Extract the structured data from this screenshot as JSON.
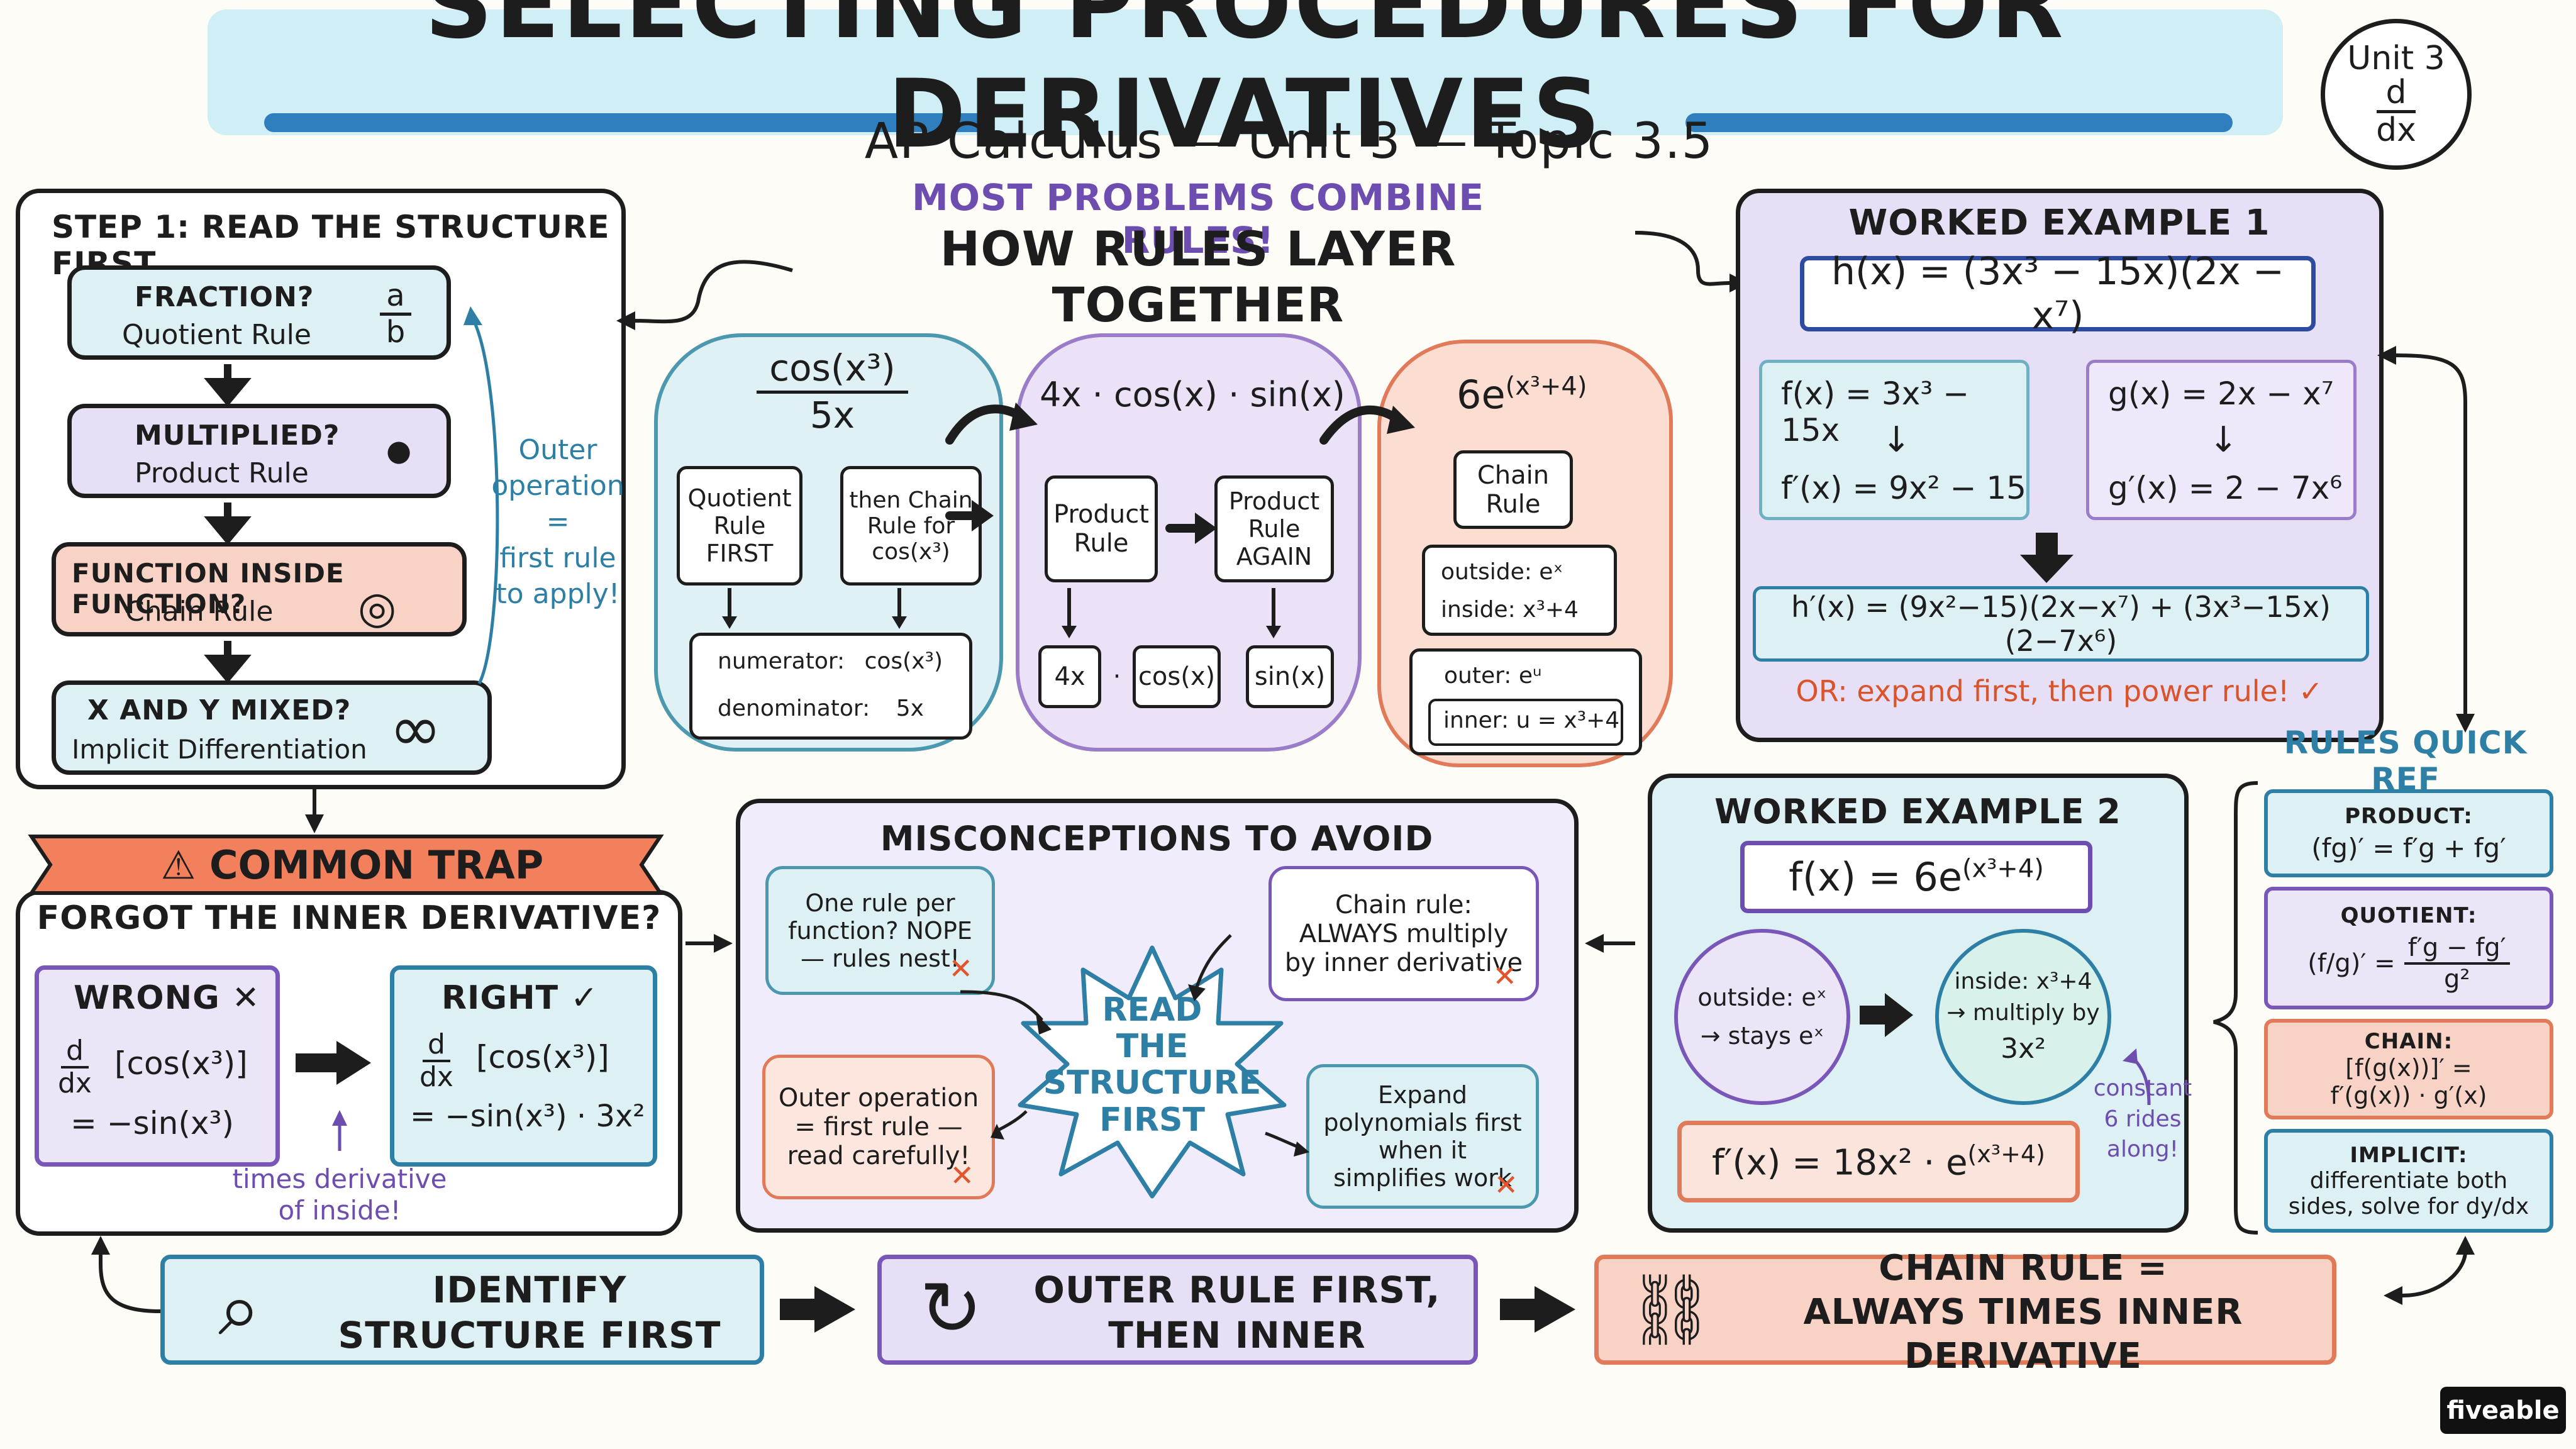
{
  "header": {
    "title": "SELECTING PROCEDURES FOR DERIVATIVES",
    "subtitle": "AP Calculus — Unit 3 — Topic 3.5",
    "badge_unit": "Unit 3",
    "badge_d": "d",
    "badge_dx": "dx"
  },
  "step1": {
    "title": "STEP 1: READ THE STRUCTURE FIRST",
    "items": [
      {
        "q": "FRACTION?",
        "rule": "Quotient Rule",
        "sym_top": "a",
        "sym_bottom": "b"
      },
      {
        "q": "MULTIPLIED?",
        "rule": "Product Rule",
        "sym": "●"
      },
      {
        "q": "FUNCTION INSIDE FUNCTION?",
        "rule": "Chain Rule",
        "sym": "◎"
      },
      {
        "q": "x AND y MIXED?",
        "rule": "Implicit Differentiation",
        "sym": "∞"
      }
    ],
    "side_note": [
      "Outer",
      "operation",
      "=",
      "first rule",
      "to apply!"
    ]
  },
  "layer": {
    "banner": "MOST PROBLEMS COMBINE RULES!",
    "title": "HOW RULES LAYER TOGETHER",
    "cloud1": {
      "num": "cos(x³)",
      "den": "5x",
      "box_a": "Quotient Rule FIRST",
      "box_b": "then Chain Rule for cos(x³)",
      "numerator_label": "numerator:",
      "numerator_val": "cos(x³)",
      "denominator_label": "denominator:",
      "denominator_val": "5x"
    },
    "cloud2": {
      "expr": "4x · cos(x) · sin(x)",
      "box_a": "Product Rule",
      "box_b": "Product Rule AGAIN",
      "f1": "4x",
      "dot": "·",
      "f2": "cos(x)",
      "f3": "sin(x)"
    },
    "cloud3": {
      "expr_base": "6e",
      "expr_exp": "(x³+4)",
      "box_a": "Chain Rule",
      "outside": "outside:  eˣ",
      "inside": "inside:  x³+4",
      "outer": "outer:  eᵘ",
      "inner": "inner: u = x³+4"
    }
  },
  "ex1": {
    "title": "WORKED EXAMPLE 1",
    "h": "h(x) = (3x³ − 15x)(2x − x⁷)",
    "f": "f(x) = 3x³ − 15x",
    "fp": "f′(x) = 9x² − 15",
    "g": "g(x) = 2x − x⁷",
    "gp": "g′(x) = 2 − 7x⁶",
    "hp": "h′(x) = (9x²−15)(2x−x⁷) + (3x³−15x)(2−7x⁶)",
    "note": "OR: expand first, then power rule! ✓"
  },
  "trap": {
    "banner": "COMMON TRAP",
    "question": "FORGOT THE INNER DERIVATIVE?",
    "wrong_title": "WRONG ✕",
    "wrong_d": "d",
    "wrong_dx": "dx",
    "wrong_expr": "[cos(x³)]",
    "wrong_result": "= −sin(x³)",
    "right_title": "RIGHT ✓",
    "right_d": "d",
    "right_dx": "dx",
    "right_expr": "[cos(x³)]",
    "right_result": "= −sin(x³) · 3x²",
    "note": [
      "times derivative",
      "of inside!"
    ]
  },
  "misc": {
    "title": "MISCONCEPTIONS TO AVOID",
    "center": [
      "READ",
      "THE",
      "STRUCTURE",
      "FIRST"
    ],
    "m1": "One rule per function? NOPE — rules nest!",
    "m2": "Chain rule: ALWAYS multiply by inner derivative",
    "m3": "Outer operation = first rule — read carefully!",
    "m4": "Expand polynomials first when it simplifies work",
    "x": "✕"
  },
  "ex2": {
    "title": "WORKED EXAMPLE 2",
    "f_base": "f(x) = 6e",
    "f_exp": "(x³+4)",
    "outside": [
      "outside: eˣ",
      "→ stays eˣ"
    ],
    "inside": [
      "inside: x³+4",
      "→ multiply by",
      "3x²"
    ],
    "result_base": "f′(x) = 18x² · e",
    "result_exp": "(x³+4)",
    "note": [
      "constant",
      "6 rides",
      "along!"
    ]
  },
  "quickref": {
    "title": "RULES QUICK REF",
    "product_label": "PRODUCT:",
    "product": "(fg)′ = f′g + fg′",
    "quotient_label": "QUOTIENT:",
    "quotient_lhs": "(f/g)′ =",
    "quotient_num": "f′g − fg′",
    "quotient_den": "g²",
    "chain_label": "CHAIN:",
    "chain": [
      "[f(g(x))]′ =",
      "f′(g(x)) · g′(x)"
    ],
    "implicit_label": "IMPLICIT:",
    "implicit": [
      "differentiate both",
      "sides, solve for dy/dx"
    ]
  },
  "footer": {
    "step1": [
      "IDENTIFY",
      "STRUCTURE FIRST"
    ],
    "step2": [
      "OUTER RULE FIRST,",
      "THEN INNER"
    ],
    "step3": [
      "CHAIN RULE =",
      "ALWAYS TIMES INNER DERIVATIVE"
    ]
  },
  "brand": "fiveable"
}
